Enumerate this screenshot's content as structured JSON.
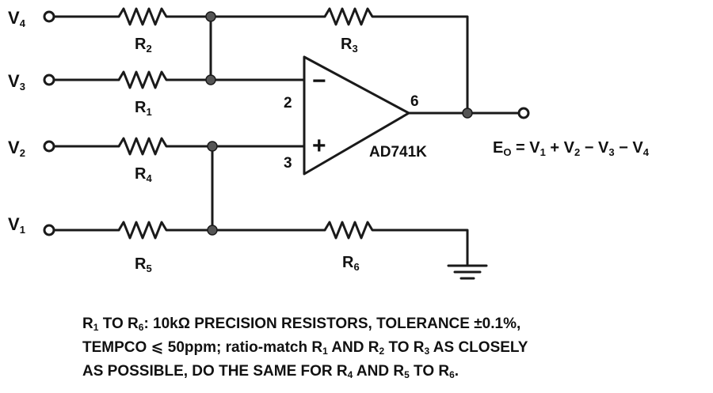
{
  "diagram": {
    "inputs": [
      {
        "name": "V",
        "sub": "4"
      },
      {
        "name": "V",
        "sub": "3"
      },
      {
        "name": "V",
        "sub": "2"
      },
      {
        "name": "V",
        "sub": "1"
      }
    ],
    "resistors": [
      {
        "name": "R",
        "sub": "2"
      },
      {
        "name": "R",
        "sub": "3"
      },
      {
        "name": "R",
        "sub": "1"
      },
      {
        "name": "R",
        "sub": "4"
      },
      {
        "name": "R",
        "sub": "5"
      },
      {
        "name": "R",
        "sub": "6"
      }
    ],
    "opamp": {
      "part": "AD741K",
      "inverting_pin": "2",
      "noninverting_pin": "3",
      "output_pin": "6",
      "minus": "−",
      "plus": "+"
    },
    "output_equation": {
      "lhs": "E",
      "lhs_sub": "O",
      "eq": " = ",
      "t1": "V",
      "t1_sub": "1",
      "op1": " + ",
      "t2": "V",
      "t2_sub": "2",
      "op2": " − ",
      "t3": "V",
      "t3_sub": "3",
      "op3": " − ",
      "t4": "V",
      "t4_sub": "4"
    }
  },
  "note": {
    "line1": {
      "a": "R",
      "a_sub": "1",
      "b": " TO R",
      "b_sub": "6",
      "c": ": 10kΩ PRECISION RESISTORS, TOLERANCE ±0.1%,"
    },
    "line2": {
      "a": "TEMPCO ⩽ 50ppm; ratio-match R",
      "a_sub": "1",
      "b": " AND R",
      "b_sub": "2",
      "c": " TO R",
      "c_sub": "3",
      "d": " AS CLOSELY"
    },
    "line3": {
      "a": "AS POSSIBLE, DO THE SAME FOR R",
      "a_sub": "4",
      "b": " AND R",
      "b_sub": "5",
      "c": " TO R",
      "c_sub": "6",
      "d": "."
    }
  }
}
